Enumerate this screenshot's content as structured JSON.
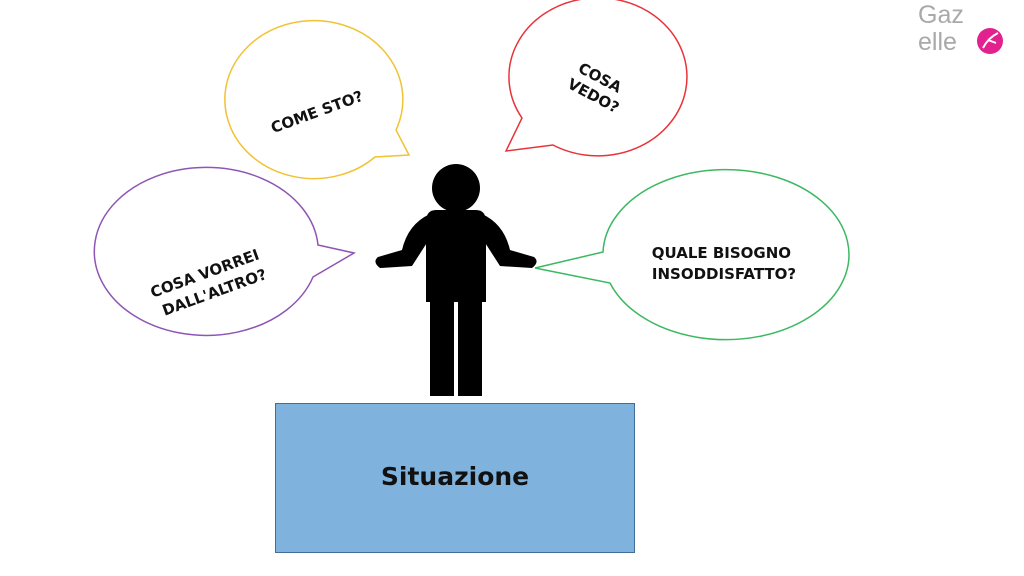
{
  "logo": {
    "line1": "Gaz",
    "line2": "elle",
    "accent_color": "#e2218f"
  },
  "bubbles": {
    "come_sto": {
      "lines": [
        "COME STO?"
      ],
      "color": "#f1c232"
    },
    "cosa_vedo": {
      "lines": [
        "COSA",
        "VEDO?"
      ],
      "color": "#e8333a"
    },
    "bisogno": {
      "lines": [
        "QUALE BISOGNO",
        "INSODDISFATTO?"
      ],
      "color": "#3cb861"
    },
    "vorrei": {
      "lines": [
        "COSA VORREI",
        "DALL'ALTRO?"
      ],
      "color": "#8e55b5"
    }
  },
  "situation": {
    "label": "Situazione",
    "fill_color": "#7fb3dd"
  },
  "figure": {
    "icon": "person-shrugging-icon",
    "color": "#000000"
  }
}
